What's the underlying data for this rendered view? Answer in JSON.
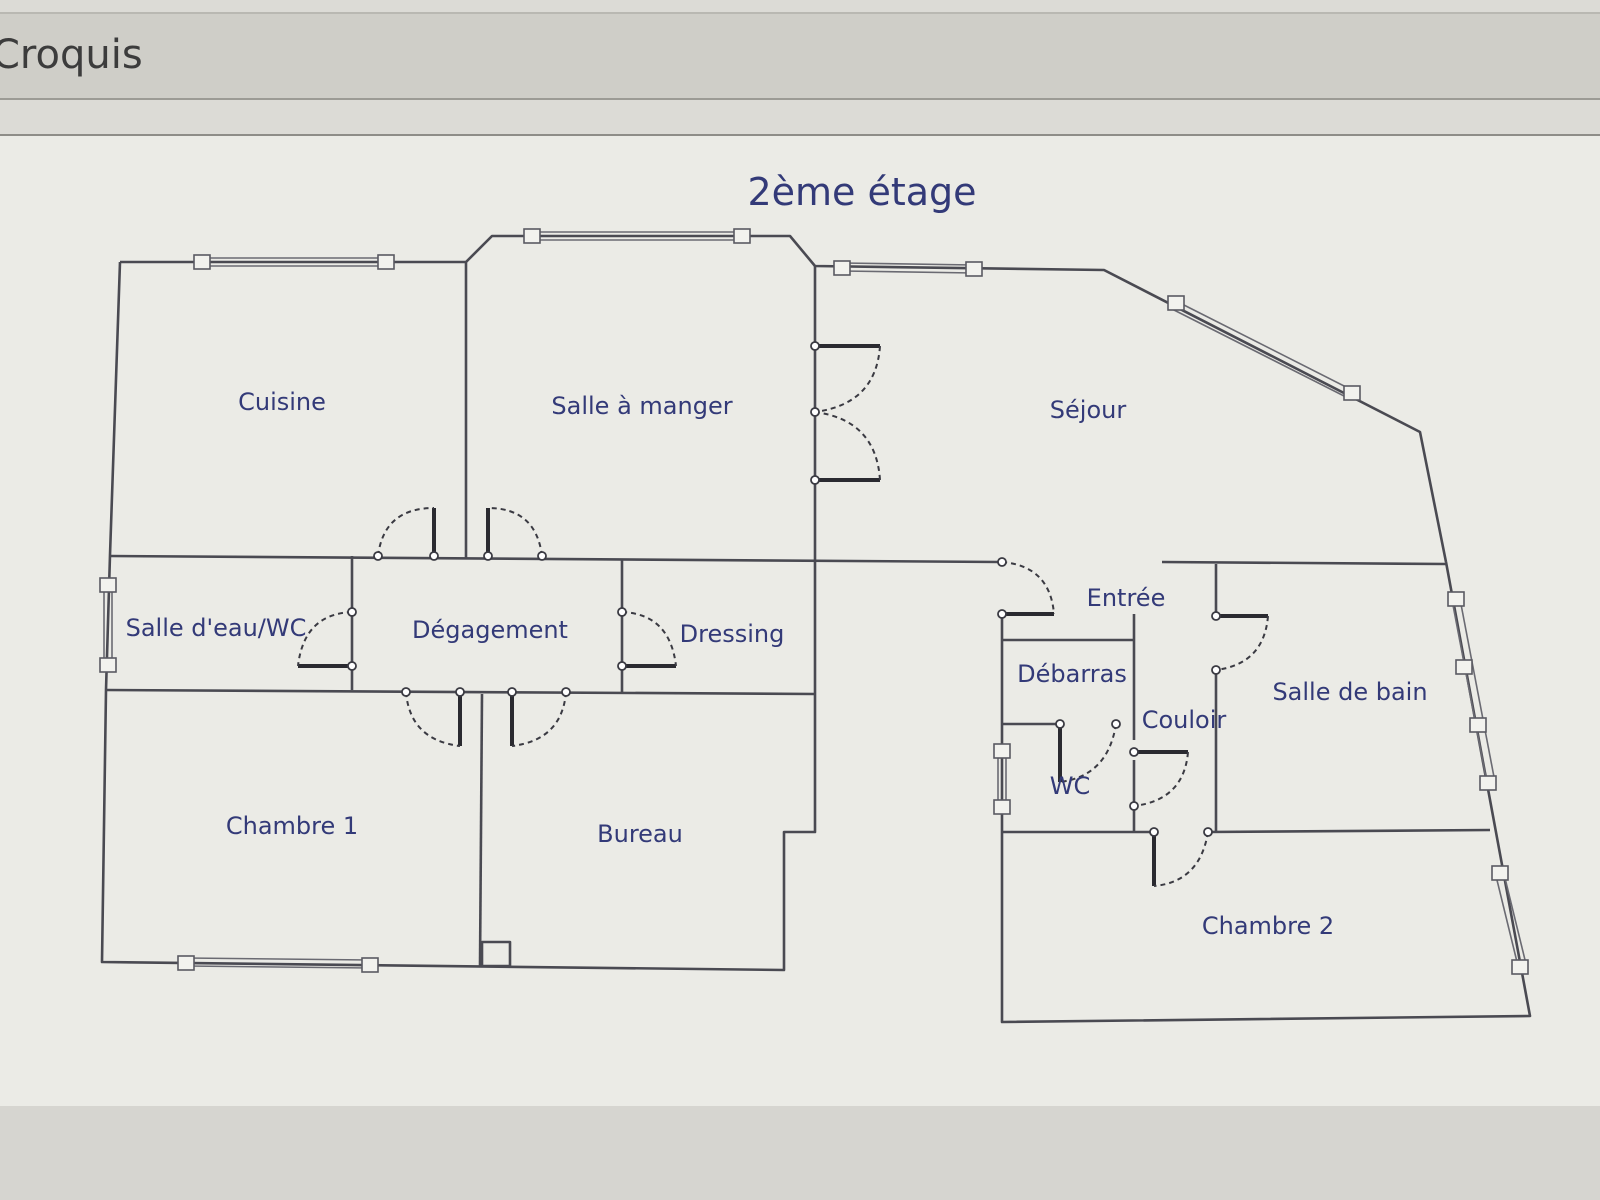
{
  "header": {
    "title": "Croquis"
  },
  "plan": {
    "title": "2ème étage",
    "rooms": {
      "cuisine": "Cuisine",
      "salle_a_manger": "Salle à manger",
      "sejour": "Séjour",
      "salle_eau_wc": "Salle d'eau/WC",
      "degagement": "Dégagement",
      "dressing": "Dressing",
      "entree": "Entrée",
      "debarras": "Débarras",
      "couloir": "Couloir",
      "salle_de_bain": "Salle de bain",
      "wc": "WC",
      "chambre_1": "Chambre 1",
      "bureau": "Bureau",
      "chambre_2": "Chambre 2"
    }
  }
}
